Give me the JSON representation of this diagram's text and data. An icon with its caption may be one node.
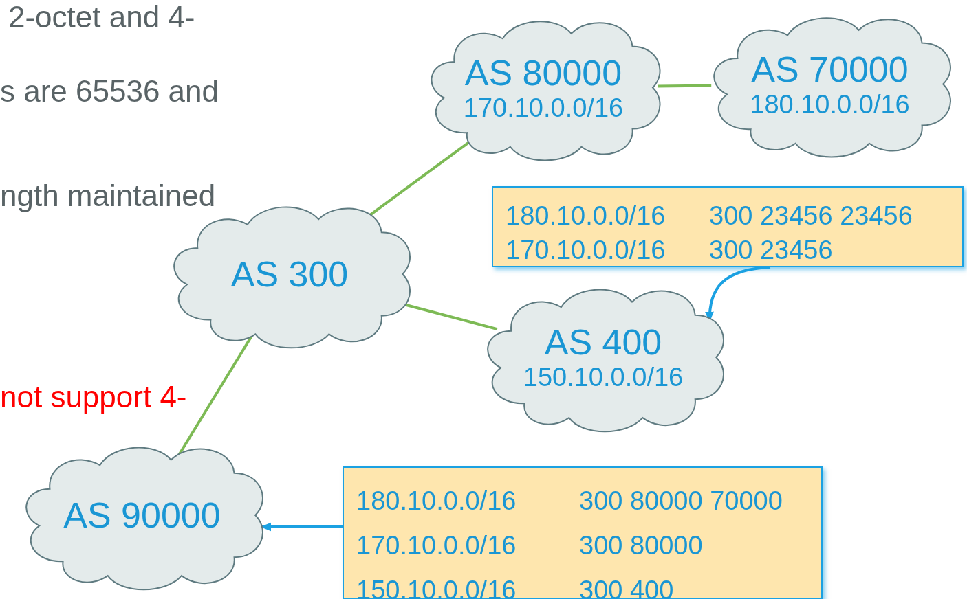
{
  "diagram": {
    "nodes": [
      {
        "text": [
          "AS 80000",
          "170.10.0.0/16"
        ]
      },
      {
        "text": [
          "AS 70000",
          "180.10.0.0/16"
        ]
      },
      {
        "text": [
          "AS 300"
        ]
      },
      {
        "text": [
          "AS 400",
          "150.10.0.0/16"
        ]
      },
      {
        "text": [
          "AS 90000"
        ]
      },
      {
        "text": [
          "180.10.0.0/16",
          "300 23456 23456",
          "170.10.0.0/16",
          "300 23456"
        ]
      },
      {
        "text": [
          "180.10.0.0/16",
          "300 80000 70000",
          "170.10.0.0/16",
          "300 80000",
          "150.10.0.0/16",
          "300 400"
        ]
      }
    ],
    "edges": [
      {
        "from": 0,
        "to": 1,
        "arrow": "none"
      },
      {
        "from": 2,
        "to": 0,
        "arrow": "none"
      },
      {
        "from": 2,
        "to": 3,
        "arrow": "none"
      },
      {
        "from": 2,
        "to": 4,
        "arrow": "none"
      },
      {
        "from": 5,
        "to": 3,
        "arrow": "to",
        "color": "#1ba1e2"
      },
      {
        "from": 6,
        "to": 4,
        "arrow": "to",
        "color": "#1ba1e2"
      }
    ],
    "labels": [
      "2-octet and 4-",
      "s are 65536 and",
      "ngth maintained",
      "not support 4-"
    ]
  }
}
